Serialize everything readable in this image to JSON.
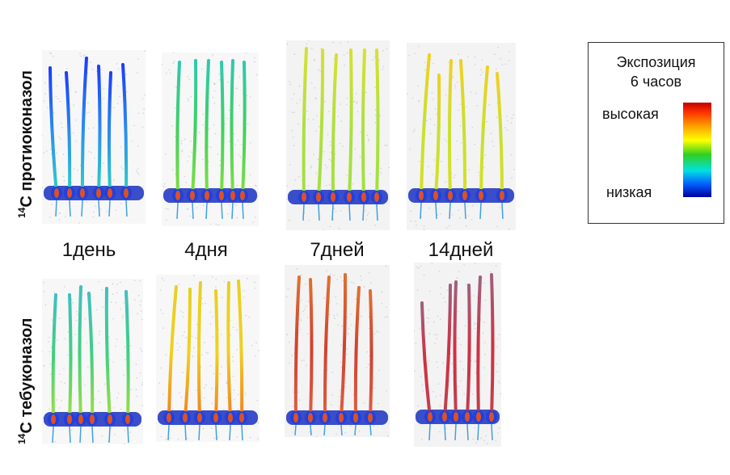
{
  "rows": [
    {
      "prefix": "14",
      "label": "C протиоконазол"
    },
    {
      "prefix": "14",
      "label": "C тебуконазол"
    }
  ],
  "days": [
    "1день",
    "4дня",
    "7дней",
    "14дней"
  ],
  "legend": {
    "title_line1": "Экспозиция",
    "title_line2": "6 часов",
    "high": "высокая",
    "low": "низкая"
  },
  "colors": {
    "low": "#0000a0",
    "mid": "#30d020",
    "high": "#c00000"
  }
}
